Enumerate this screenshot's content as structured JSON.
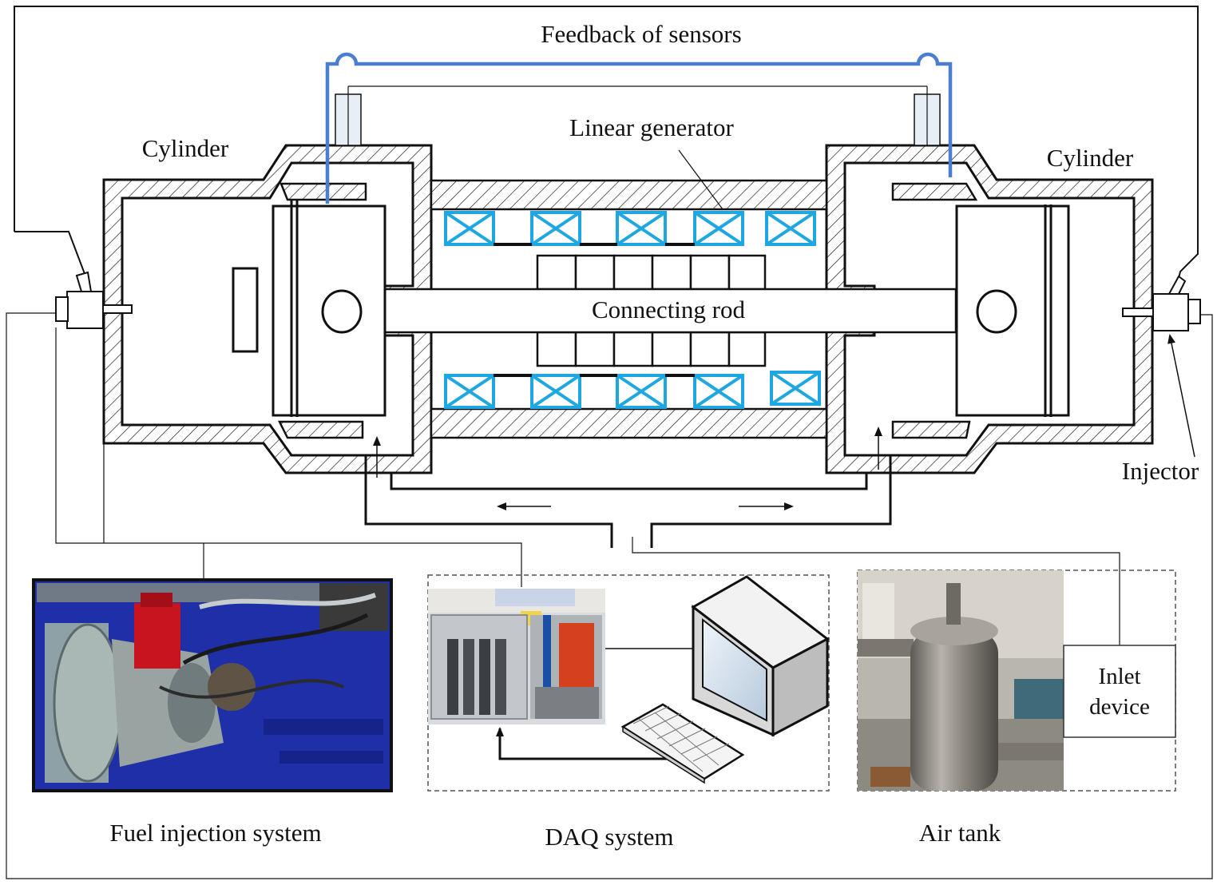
{
  "labels": {
    "feedback": "Feedback of sensors",
    "linear_generator": "Linear generator",
    "cylinder_left": "Cylinder",
    "cylinder_right": "Cylinder",
    "connecting_rod": "Connecting rod",
    "injector": "Injector",
    "inlet_line1": "Inlet",
    "inlet_line2": "device",
    "fuel_system": "Fuel injection system",
    "daq_system": "DAQ system",
    "air_tank": "Air tank"
  },
  "colors": {
    "sensor_line": "#4a7fd0",
    "coil": "#1ea7e0",
    "outline": "#111111",
    "fuel_photo_bg": "#1f2fa8",
    "fuel_pump_red": "#c8141e"
  },
  "icons": {
    "fuel_photo": "fuel-pump-photo-icon",
    "daq_photo": "daq-chassis-photo-icon",
    "computer": "computer-monitor-icon",
    "keyboard": "keyboard-icon",
    "air_tank_photo": "air-tank-photo-icon"
  }
}
